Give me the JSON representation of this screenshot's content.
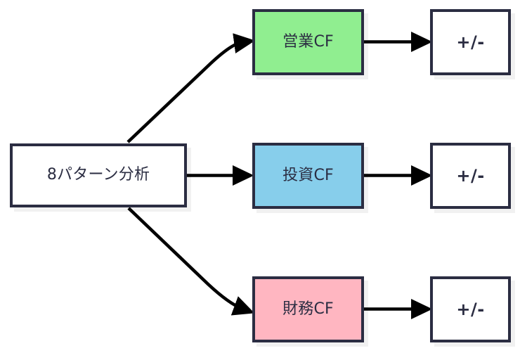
{
  "diagram": {
    "type": "flow-diagram",
    "background_color": "#ffffff",
    "border_color": "#2b2d42",
    "edge_color": "#000000",
    "nodes": {
      "source": {
        "label": "8パターン分析",
        "fill": "#ffffff"
      },
      "operating_cf": {
        "label": "営業CF",
        "fill": "#90ee90"
      },
      "investing_cf": {
        "label": "投資CF",
        "fill": "#87ceeb"
      },
      "financing_cf": {
        "label": "財務CF",
        "fill": "#ffb6c1"
      },
      "sign_operating": {
        "label": "+/-",
        "fill": "#ffffff"
      },
      "sign_investing": {
        "label": "+/-",
        "fill": "#ffffff"
      },
      "sign_financing": {
        "label": "+/-",
        "fill": "#ffffff"
      }
    },
    "edges": [
      {
        "from": "source",
        "to": "operating_cf",
        "style": "curved-arrow"
      },
      {
        "from": "source",
        "to": "investing_cf",
        "style": "straight-arrow"
      },
      {
        "from": "source",
        "to": "financing_cf",
        "style": "curved-arrow"
      },
      {
        "from": "operating_cf",
        "to": "sign_operating",
        "style": "straight-arrow"
      },
      {
        "from": "investing_cf",
        "to": "sign_investing",
        "style": "straight-arrow"
      },
      {
        "from": "financing_cf",
        "to": "sign_financing",
        "style": "straight-arrow"
      }
    ]
  }
}
